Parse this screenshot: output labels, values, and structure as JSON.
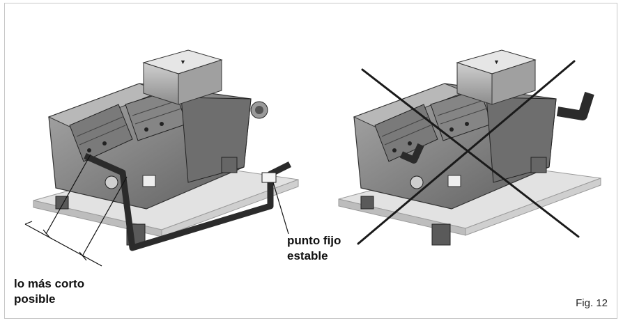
{
  "figure": {
    "label": "Fig. 12"
  },
  "callouts": {
    "shortest": [
      "lo más corto",
      "posible"
    ],
    "fixed_point": [
      "punto fijo",
      "estable"
    ]
  },
  "panels": {
    "correct": "correct-installation",
    "incorrect": "incorrect-installation"
  },
  "colors": {
    "base_plate": "#dcdcdc",
    "compressor": "#8a8a8a",
    "pipe": "#2b2b2b",
    "cross": "#1a1a1a"
  }
}
